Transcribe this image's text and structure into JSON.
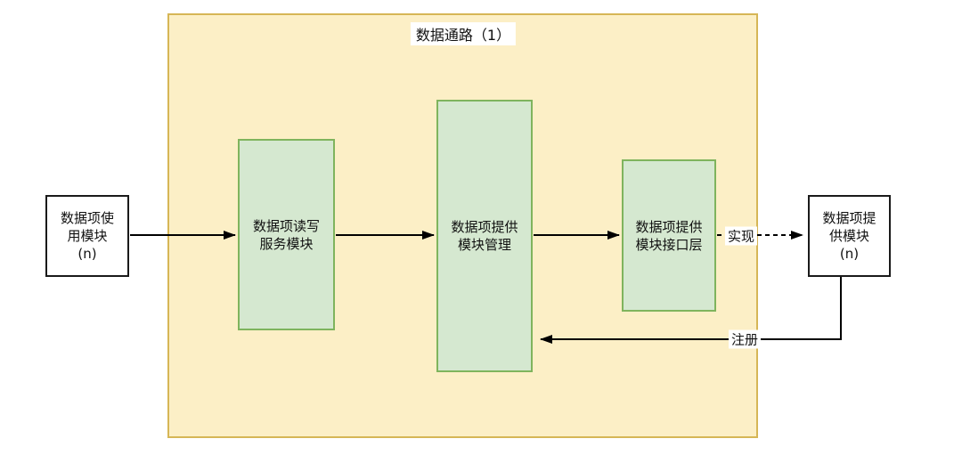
{
  "diagram": {
    "type": "flow-diagram",
    "container": {
      "title": "数据通路（1）"
    },
    "nodes": {
      "user_module": {
        "label": "数据项使用模块 (n)",
        "lines": [
          "数据项使",
          "用模块",
          "(n)"
        ]
      },
      "rw_service_module": {
        "label": "数据项读写服务模块",
        "lines": [
          "数据项读写",
          "服务模块"
        ]
      },
      "provider_module_mgmt": {
        "label": "数据项提供模块管理",
        "lines": [
          "数据项提供",
          "模块管理"
        ]
      },
      "provider_module_iface": {
        "label": "数据项提供模块接口层",
        "lines": [
          "数据项提供",
          "模块接口层"
        ]
      },
      "provider_module": {
        "label": "数据项提供模块 (n)",
        "lines": [
          "数据项提",
          "供模块",
          "(n)"
        ]
      }
    },
    "edges": {
      "use_to_rw": {
        "from": "数据项使用模块 (n)",
        "to": "数据项读写服务模块",
        "style": "solid",
        "label": ""
      },
      "rw_to_mgmt": {
        "from": "数据项读写服务模块",
        "to": "数据项提供模块管理",
        "style": "solid",
        "label": ""
      },
      "mgmt_to_iface": {
        "from": "数据项提供模块管理",
        "to": "数据项提供模块接口层",
        "style": "solid",
        "label": ""
      },
      "iface_to_module": {
        "from": "数据项提供模块接口层",
        "to": "数据项提供模块 (n)",
        "style": "dashed",
        "label": "实现"
      },
      "module_to_mgmt": {
        "from": "数据项提供模块 (n)",
        "to": "数据项提供模块管理",
        "style": "solid",
        "label": "注册"
      }
    },
    "colors": {
      "canvas_bg": "#FFFFFF",
      "container_fill": "#FCEFC6",
      "container_border": "#D6B656",
      "node_fill": "#D5E8D0",
      "node_border": "#7FB45D",
      "plain_fill": "#FFFFFF",
      "plain_border": "#1A1A1A",
      "arrow": "#000000"
    }
  }
}
